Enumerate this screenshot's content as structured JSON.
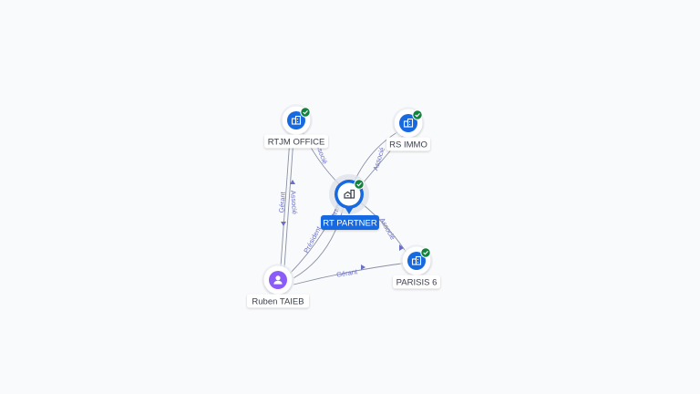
{
  "colors": {
    "background": "#f9fafc",
    "node_blue": "#1769e0",
    "person_purple": "#8b5cf6",
    "check_green": "#12833f",
    "edge": "#8a8fa3",
    "edge_label": "#6a6fc8",
    "main_label_bg": "#1769e0"
  },
  "nodes": {
    "rt_partner": {
      "label": "RT PARTNER",
      "icon": "building-icon",
      "verified": true
    },
    "rtjm_office": {
      "label": "RTJM OFFICE",
      "icon": "building-icon",
      "verified": true
    },
    "rs_immo": {
      "label": "RS IMMO",
      "icon": "building-icon",
      "verified": true
    },
    "parisis_6": {
      "label": "PARISIS 6",
      "icon": "building-icon",
      "verified": true
    },
    "ruben_taieb": {
      "label": "Ruben TAIEB",
      "icon": "person-icon",
      "verified": false
    }
  },
  "edges": {
    "rtjm_rtp": {
      "label": "Associé"
    },
    "rsimmo_rtp": {
      "label": "Associé"
    },
    "rtp_parisis": {
      "label": "Associé"
    },
    "ruben_rtjm_1": {
      "label": "Gérant"
    },
    "ruben_rtjm_2": {
      "label": "Associé"
    },
    "ruben_rtp_1": {
      "label": "Président"
    },
    "ruben_rtp_2": {
      "label": "Gérant"
    },
    "ruben_parisis": {
      "label": "Gérant"
    }
  }
}
